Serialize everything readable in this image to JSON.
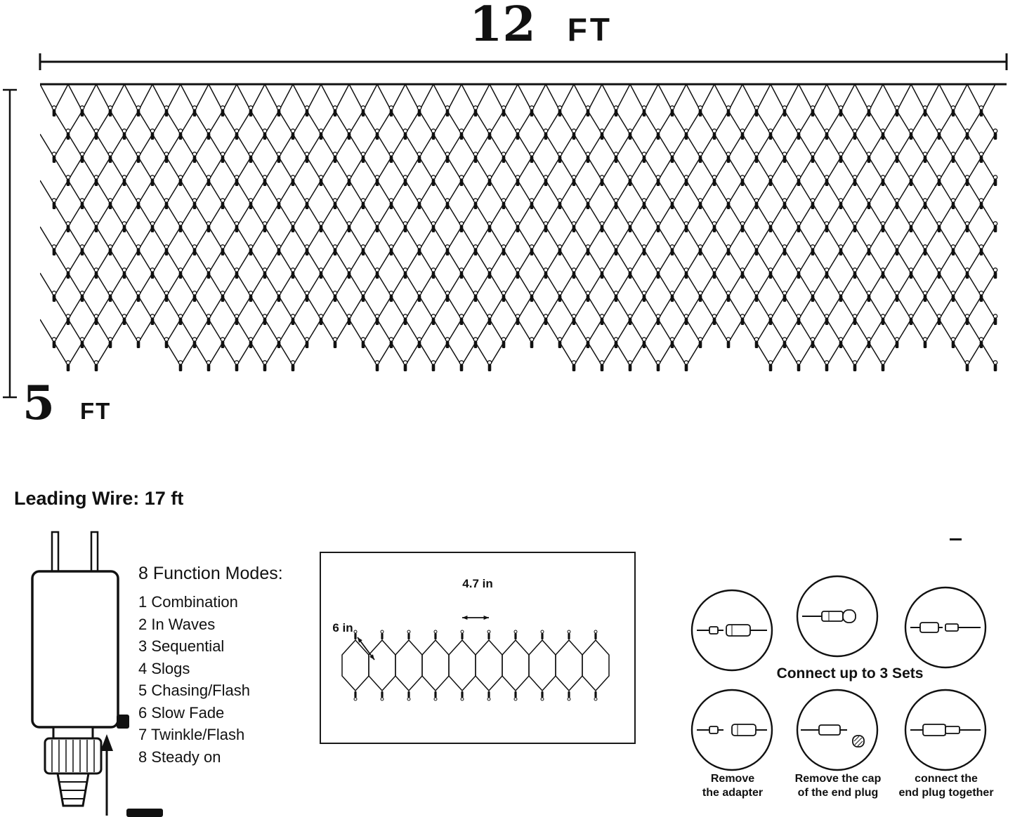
{
  "colors": {
    "ink": "#111111",
    "background": "#ffffff"
  },
  "dimensions": {
    "width_value": "12",
    "width_unit": "FT",
    "height_value": "5",
    "height_unit": "FT"
  },
  "leading_wire": {
    "label": "Leading Wire: 17 ft"
  },
  "function_modes": {
    "title": "8 Function Modes:",
    "items": [
      "1 Combination",
      "2 In Waves",
      "3 Sequential",
      "4 Slogs",
      "5 Chasing/Flash",
      "6 Slow Fade",
      "7 Twinkle/Flash",
      "8 Steady on"
    ]
  },
  "mesh_detail": {
    "cell_width_label": "4.7 in",
    "cell_height_label": "6 in"
  },
  "connection": {
    "title": "Connect up to 3 Sets",
    "steps": [
      {
        "line1": "Remove",
        "line2": "the adapter"
      },
      {
        "line1": "Remove the cap",
        "line2": "of the end plug"
      },
      {
        "line1": "connect the",
        "line2": "end plug together"
      }
    ]
  }
}
